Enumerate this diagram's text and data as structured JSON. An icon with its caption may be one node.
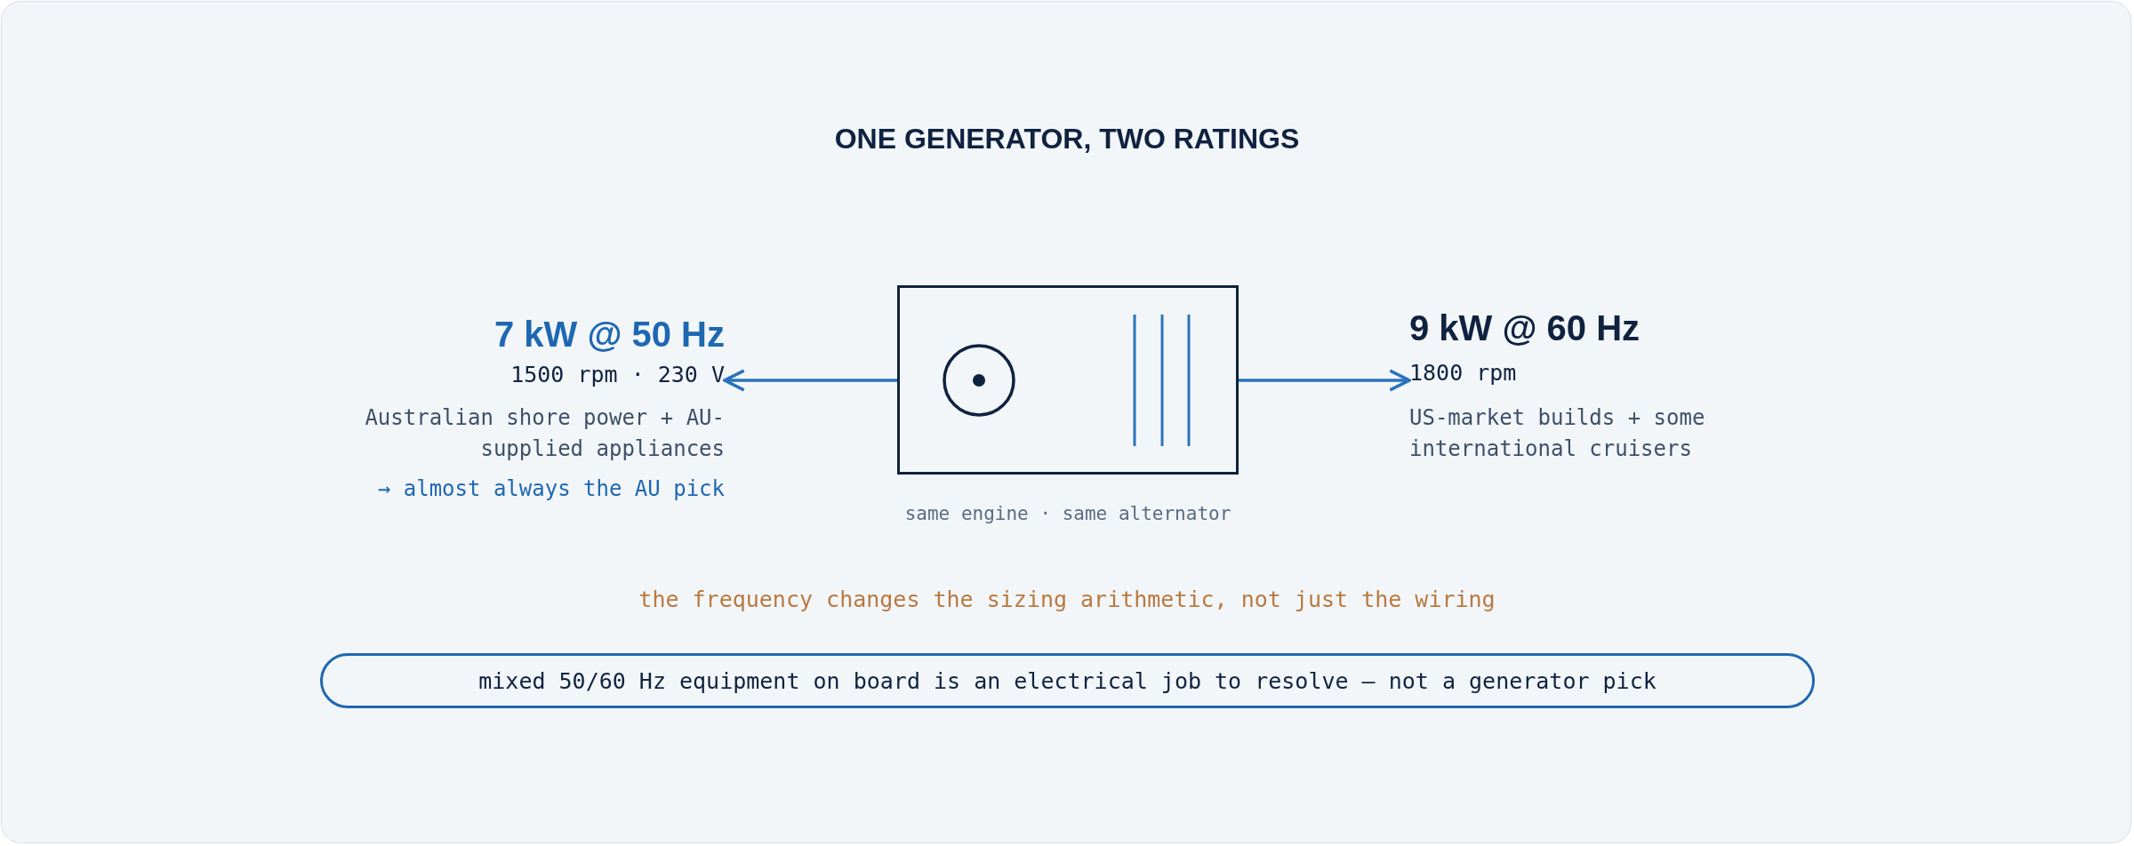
{
  "diagram": {
    "title": "ONE GENERATOR, TWO RATINGS",
    "nodes": [
      {
        "text": [
          "7 kW @ 50 Hz",
          "1500 rpm · 230 V",
          "Australian shore power + AU-supplied appliances",
          "→ almost always the AU pick"
        ]
      },
      {
        "text": [],
        "shape": "box",
        "beside": [
          "same engine · same alternator"
        ]
      },
      {
        "text": [
          "9 kW @ 60 Hz",
          "1800 rpm",
          "US-market builds + some international cruisers"
        ]
      },
      {
        "text": [
          "mixed 50/60 Hz equipment on board is an electrical job to resolve — not a generator pick"
        ]
      }
    ],
    "edges": [
      {
        "from": 1,
        "to": 0,
        "arrow": "to"
      },
      {
        "from": 1,
        "to": 2,
        "arrow": "to"
      }
    ],
    "labels": [
      "the frequency changes the sizing arithmetic, not just the wiring"
    ]
  }
}
